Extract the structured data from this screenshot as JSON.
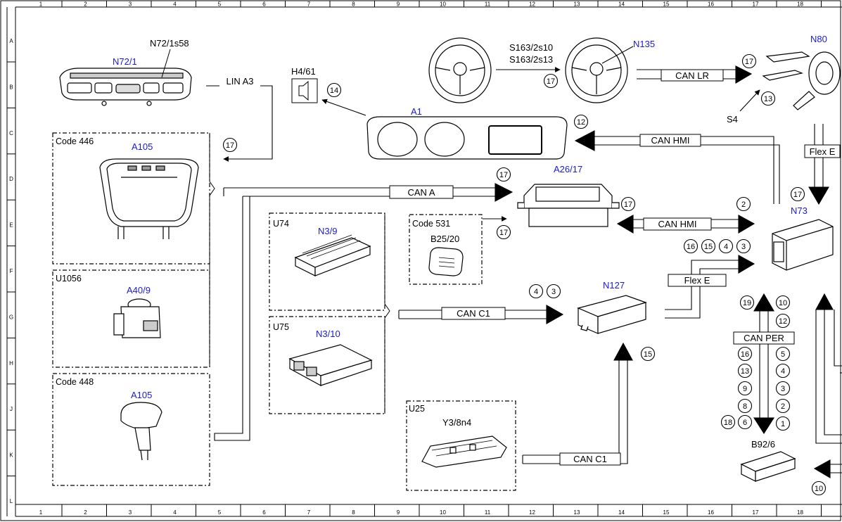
{
  "grid": {
    "columns": [
      "1",
      "2",
      "3",
      "4",
      "5",
      "6",
      "7",
      "8",
      "9",
      "10",
      "11",
      "12",
      "13",
      "14",
      "15",
      "16",
      "17",
      "18"
    ],
    "rows": [
      "A",
      "B",
      "C",
      "D",
      "E",
      "F",
      "G",
      "H",
      "J",
      "K",
      "L"
    ]
  },
  "components": {
    "n72_1": "N72/1",
    "n72_1s58": "N72/1s58",
    "h4_61": "H4/61",
    "a1": "A1",
    "s163_2s10": "S163/2s10",
    "s163_2s13": "S163/2s13",
    "n135": "N135",
    "n80": "N80",
    "s4": "S4",
    "a105_446": "A105",
    "a105_448": "A105",
    "a40_9": "A40/9",
    "a26_17": "A26/17",
    "n3_9": "N3/9",
    "n3_10": "N3/10",
    "b25_20": "B25/20",
    "n127": "N127",
    "y3_8n4": "Y3/8n4",
    "n73": "N73",
    "b92_6": "B92/6"
  },
  "groups": {
    "code446": "Code 446",
    "u1056": "U1056",
    "code448": "Code 448",
    "u74": "U74",
    "u75": "U75",
    "code531": "Code 531",
    "u25": "U25"
  },
  "buses": {
    "lin_a3": "LIN A3",
    "can_lr": "CAN LR",
    "can_hmi_top": "CAN HMI",
    "flex_e_top": "Flex E",
    "can_a": "CAN A",
    "can_hmi_mid": "CAN HMI",
    "flex_e_mid": "Flex E",
    "can_c1_mid": "CAN C1",
    "can_per": "CAN PER",
    "can_c1_bottom": "CAN C1"
  },
  "circles": {
    "c14": "14",
    "c17_lin": "17",
    "c17_s163": "17",
    "c17_n80": "17",
    "c13_n80": "13",
    "c12_a1": "12",
    "c17_cana": "17",
    "c17_hmi": "17",
    "c2_hmi": "2",
    "c17_code531": "17",
    "c17_n73": "17",
    "c16_flex": "16",
    "c15_flex": "15",
    "c4_flex": "4",
    "c3_flex": "3",
    "c4_canc1": "4",
    "c3_canc1": "3",
    "c15_n127": "15",
    "p19": "19",
    "p10": "10",
    "p12": "12",
    "p16": "16",
    "p5": "5",
    "p13": "13",
    "p4": "4",
    "p9": "9",
    "p3": "3",
    "p8": "8",
    "p2": "2",
    "p18": "18",
    "p6": "6",
    "p1": "1",
    "b10": "10"
  }
}
